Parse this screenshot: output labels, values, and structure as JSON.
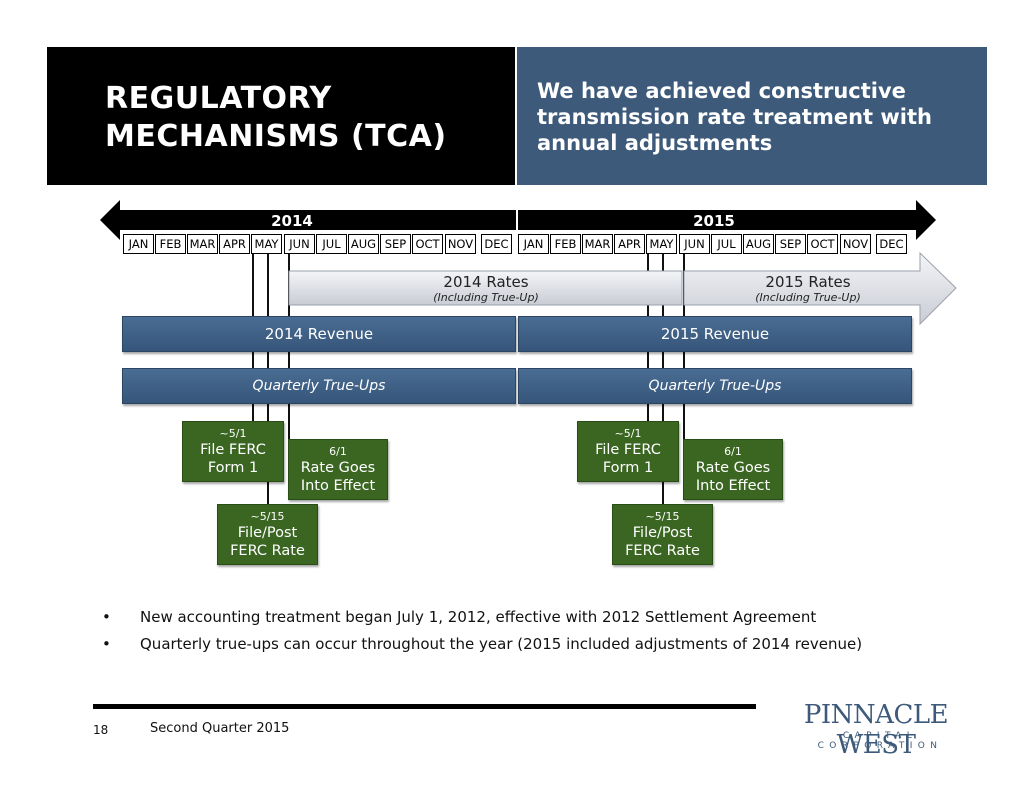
{
  "header": {
    "title": "REGULATORY\nMECHANISMS (TCA)",
    "subtitle": "We have achieved constructive transmission rate treatment with annual adjustments"
  },
  "timeline": {
    "years": [
      "2014",
      "2015"
    ],
    "months_2014": [
      "JAN",
      "FEB",
      "MAR",
      "APR",
      "MAY",
      "JUN",
      "JUL",
      "AUG",
      "SEP",
      "OCT",
      "NOV",
      "DEC"
    ],
    "months_2015": [
      "JAN",
      "FEB",
      "MAR",
      "APR",
      "MAY",
      "JUN",
      "JUL",
      "AUG",
      "SEP",
      "OCT",
      "NOV",
      "DEC"
    ]
  },
  "rates": {
    "r2014": {
      "label": "2014 Rates",
      "sub": "(Including True-Up)"
    },
    "r2015": {
      "label": "2015 Rates",
      "sub": "(Including True-Up)"
    }
  },
  "revenue": {
    "r2014": "2014 Revenue",
    "r2015": "2015 Revenue"
  },
  "trueups": {
    "t2014": "Quarterly True-Ups",
    "t2015": "Quarterly True-Ups"
  },
  "events": {
    "e2014_file": {
      "date": "~5/1",
      "line1": "File FERC",
      "line2": "Form 1"
    },
    "e2014_effect": {
      "date": "6/1",
      "line1": "Rate Goes",
      "line2": "Into Effect"
    },
    "e2014_post": {
      "date": "~5/15",
      "line1": "File/Post",
      "line2": "FERC Rate"
    },
    "e2015_file": {
      "date": "~5/1",
      "line1": "File FERC",
      "line2": "Form 1"
    },
    "e2015_effect": {
      "date": "6/1",
      "line1": "Rate Goes",
      "line2": "Into Effect"
    },
    "e2015_post": {
      "date": "~5/15",
      "line1": "File/Post",
      "line2": "FERC Rate"
    }
  },
  "bullets": [
    "New accounting treatment began July 1, 2012, effective with 2012 Settlement Agreement",
    "Quarterly true-ups can occur throughout the year (2015 included adjustments of 2014 revenue)"
  ],
  "footer": {
    "page": "18",
    "text": "Second Quarter 2015",
    "logo_name": "PINNACLE WEST",
    "logo_sub": "CAPITAL CORPORATION"
  },
  "colors": {
    "header_black": "#000000",
    "header_blue": "#3d5a7b",
    "bar_blue": "#3f6088",
    "box_green": "#3a6622"
  },
  "bullet_marker": "•"
}
